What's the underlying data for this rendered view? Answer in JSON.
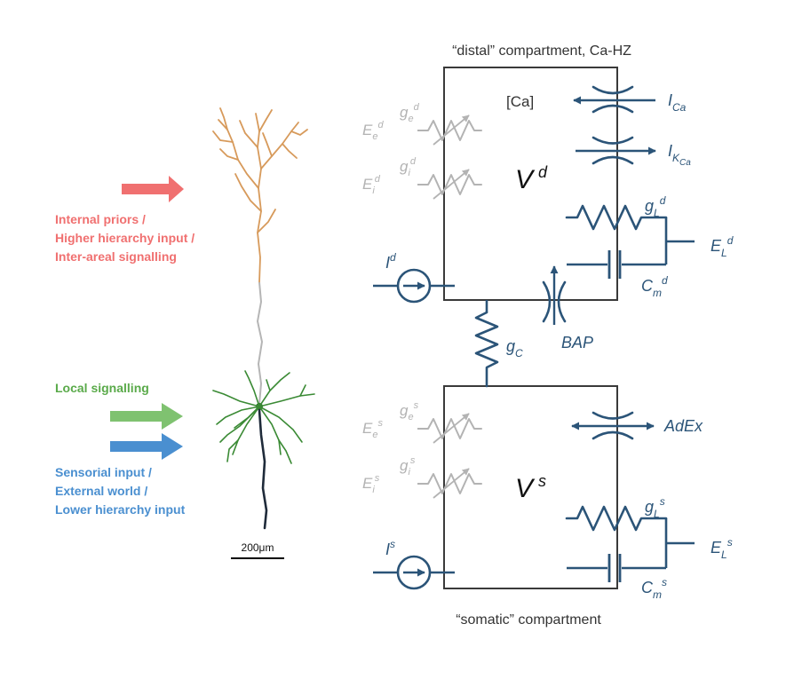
{
  "colors": {
    "circuit": "#2b5478",
    "grey": "#b3b3b3",
    "internal": "#f07070",
    "local": "#5aaa4a",
    "sensory": "#4a8fd0",
    "apical": "#d79a5b",
    "basal": "#3a8a34",
    "axon": "#1f2b3a"
  },
  "neuron": {
    "internal_lines": [
      "Internal priors /",
      "Higher hierarchy input /",
      "Inter-areal signalling"
    ],
    "local_label": "Local signalling",
    "sensory_lines": [
      "Sensorial input /",
      "External world /",
      "Lower hierarchy input"
    ],
    "scale_label": "200μm"
  },
  "circuit": {
    "distal_title": "“distal” compartment, Ca-HZ",
    "somatic_title": "“somatic” compartment",
    "ca_label": "[Ca]",
    "i_ca": {
      "base": "I",
      "sub": "Ca"
    },
    "i_kca": {
      "base": "I",
      "sub": "K",
      "subsub": "Ca"
    },
    "v_d": {
      "base": "V",
      "sup": "d"
    },
    "v_s": {
      "base": "V",
      "sup": "s"
    },
    "g_l_d": {
      "base": "g",
      "sub": "L",
      "sup": "d"
    },
    "e_l_d": {
      "base": "E",
      "sub": "L",
      "sup": "d"
    },
    "c_m_d": {
      "base": "C",
      "sub": "m",
      "sup": "d"
    },
    "i_d": {
      "base": "I",
      "sup": "d"
    },
    "bap": "BAP",
    "g_c": {
      "base": "g",
      "sub": "C"
    },
    "e_e_d": {
      "base": "E",
      "sub": "e",
      "sup": "d"
    },
    "g_e_d": {
      "base": "g",
      "sub": "e",
      "sup": "d"
    },
    "e_i_d": {
      "base": "E",
      "sub": "i",
      "sup": "d"
    },
    "g_i_d": {
      "base": "g",
      "sub": "i",
      "sup": "d"
    },
    "adex": "AdEx",
    "e_e_s": {
      "base": "E",
      "sub": "e",
      "sup": "s"
    },
    "g_e_s": {
      "base": "g",
      "sub": "e",
      "sup": "s"
    },
    "e_i_s": {
      "base": "E",
      "sub": "i",
      "sup": "s"
    },
    "g_i_s": {
      "base": "g",
      "sub": "i",
      "sup": "s"
    },
    "g_l_s": {
      "base": "g",
      "sub": "L",
      "sup": "s"
    },
    "e_l_s": {
      "base": "E",
      "sub": "L",
      "sup": "s"
    },
    "c_m_s": {
      "base": "C",
      "sub": "m",
      "sup": "s"
    },
    "i_s": {
      "base": "I",
      "sup": "s"
    }
  }
}
